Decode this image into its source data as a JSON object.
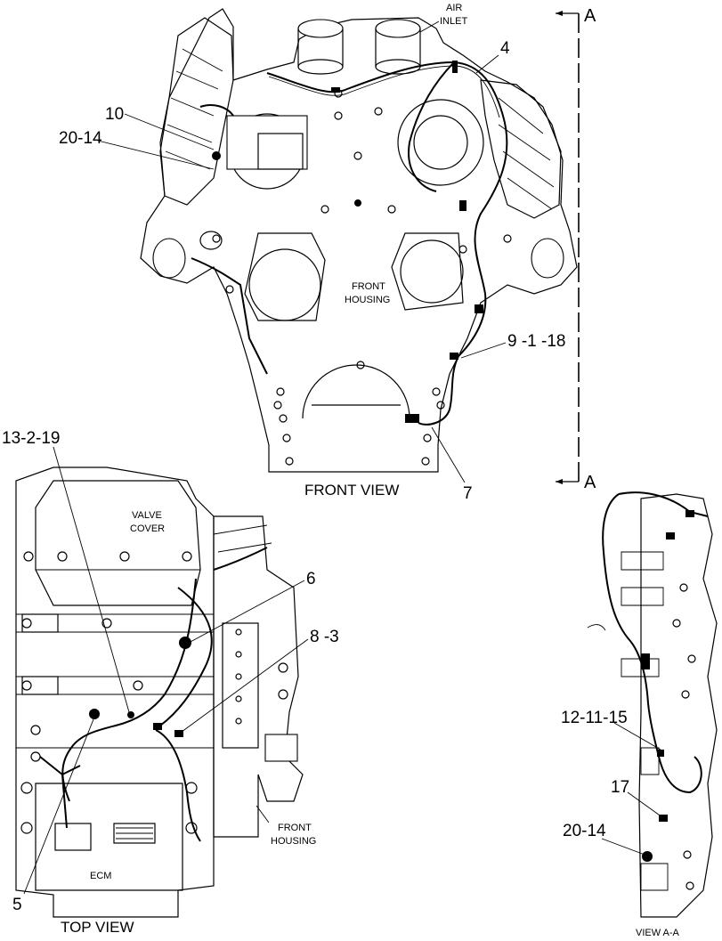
{
  "front_view": {
    "title": "FRONT VIEW",
    "labels": {
      "air_inlet_1": "AIR",
      "air_inlet_2": "INLET",
      "front_housing_1": "FRONT",
      "front_housing_2": "HOUSING"
    },
    "callouts": {
      "c4": "4",
      "c10": "10",
      "c20_14": "20-14",
      "c9_1_18": "9 -1 -18",
      "c7": "7"
    }
  },
  "top_view": {
    "title": "TOP VIEW",
    "labels": {
      "valve_cover_1": "VALVE",
      "valve_cover_2": "COVER",
      "ecm": "ECM",
      "front_housing_1": "FRONT",
      "front_housing_2": "HOUSING"
    },
    "callouts": {
      "c13_2_19": "13-2-19",
      "c6": "6",
      "c8_3": "8 -3",
      "c5": "5"
    }
  },
  "view_aa": {
    "title": "VIEW A-A",
    "callouts": {
      "c12_11_15": "12-11-15",
      "c17": "17",
      "c20_14": "20-14"
    }
  },
  "section_marks": {
    "top": "A",
    "bottom": "A"
  }
}
